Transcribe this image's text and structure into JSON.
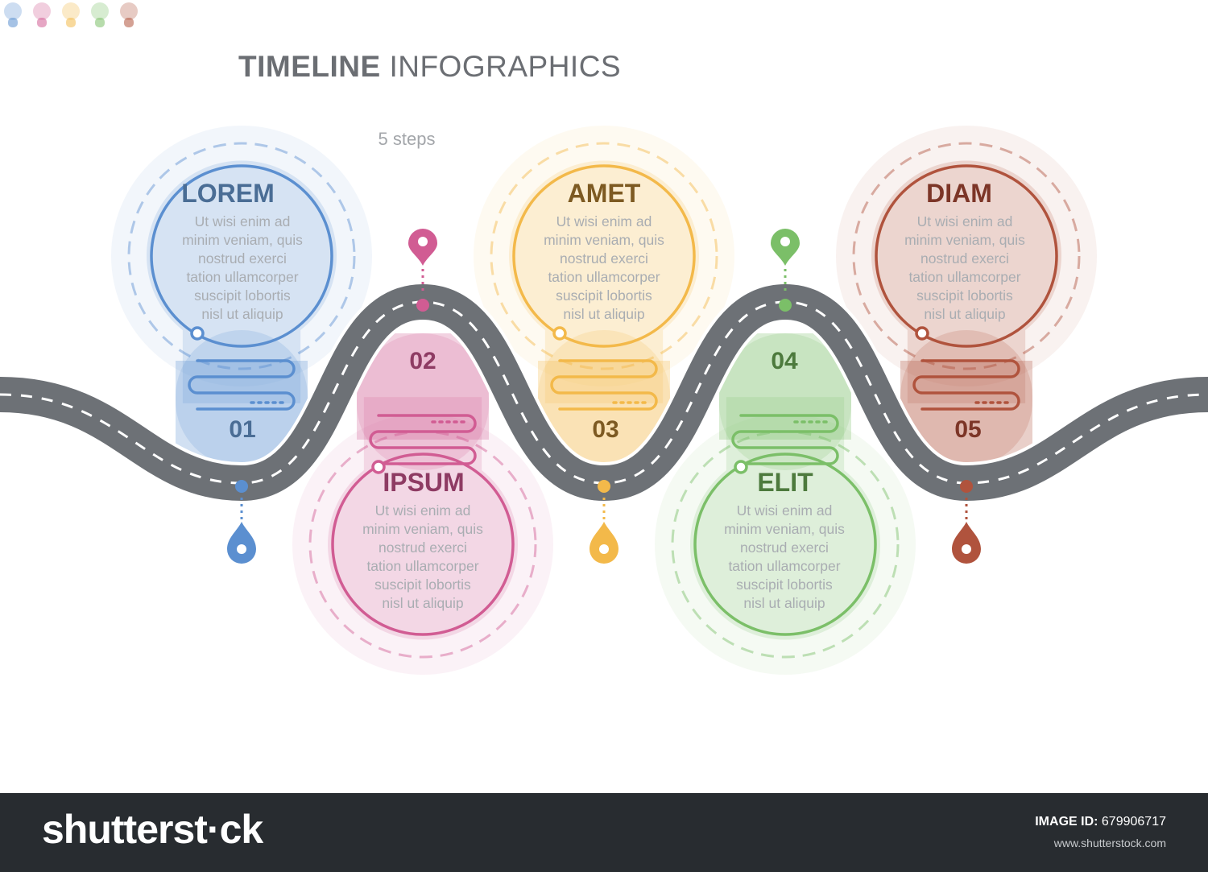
{
  "header": {
    "title_bold": "TIMELINE",
    "title_light": "INFOGRAPHICS",
    "subtitle": "5 steps"
  },
  "steps": [
    {
      "number": "01",
      "title": "LOREM",
      "color": "#5b8fd0",
      "text": [
        "Ut wisi enim ad",
        "minim veniam, quis",
        "nostrud exerci",
        "tation ullamcorper",
        "suscipit lobortis",
        "nisl ut aliquip"
      ]
    },
    {
      "number": "02",
      "title": "IPSUM",
      "color": "#d15c93",
      "text": [
        "Ut wisi enim ad",
        "minim veniam, quis",
        "nostrud exerci",
        "tation ullamcorper",
        "suscipit lobortis",
        "nisl ut aliquip"
      ]
    },
    {
      "number": "03",
      "title": "AMET",
      "color": "#f3b94a",
      "text": [
        "Ut wisi enim ad",
        "minim veniam, quis",
        "nostrud exerci",
        "tation ullamcorper",
        "suscipit lobortis",
        "nisl ut aliquip"
      ]
    },
    {
      "number": "04",
      "title": "ELIT",
      "color": "#7bbf68",
      "text": [
        "Ut wisi enim ad",
        "minim veniam, quis",
        "nostrud exerci",
        "tation ullamcorper",
        "suscipit lobortis",
        "nisl ut aliquip"
      ]
    },
    {
      "number": "05",
      "title": "DIAM",
      "color": "#b0533d",
      "text": [
        "Ut wisi enim ad",
        "minim veniam, quis",
        "nostrud exerci",
        "tation ullamcorper",
        "suscipit lobortis",
        "nisl ut aliquip"
      ]
    }
  ],
  "colors": {
    "road": "#6d7176",
    "road_edge": "#ffffff",
    "lane": "#ffffff",
    "num_dark": [
      "#4a6d95",
      "#8e3b63",
      "#7d5a22",
      "#4d7a3d",
      "#7c3527"
    ],
    "title_dark": [
      "#4a6d95",
      "#8e3b63",
      "#7d5a22",
      "#4d7a3d",
      "#7c3527"
    ]
  },
  "footer": {
    "logo": "shutterst·ck",
    "image_id_label": "IMAGE ID:",
    "image_id": "679906717",
    "site": "www.shutterstock.com"
  }
}
